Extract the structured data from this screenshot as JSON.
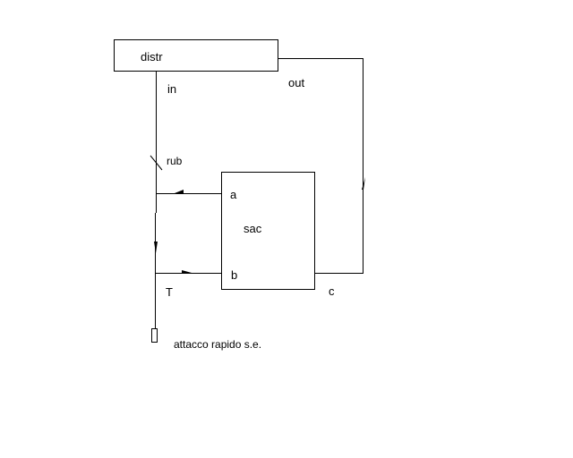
{
  "labels": {
    "distr": "distr",
    "in": "in",
    "out": "out",
    "rub": "rub",
    "a": "a",
    "sac": "sac",
    "b": "b",
    "c": "c",
    "T": "T",
    "connector": "attacco rapido s.e."
  },
  "colors": {
    "line": "#000000",
    "background": "#ffffff"
  }
}
